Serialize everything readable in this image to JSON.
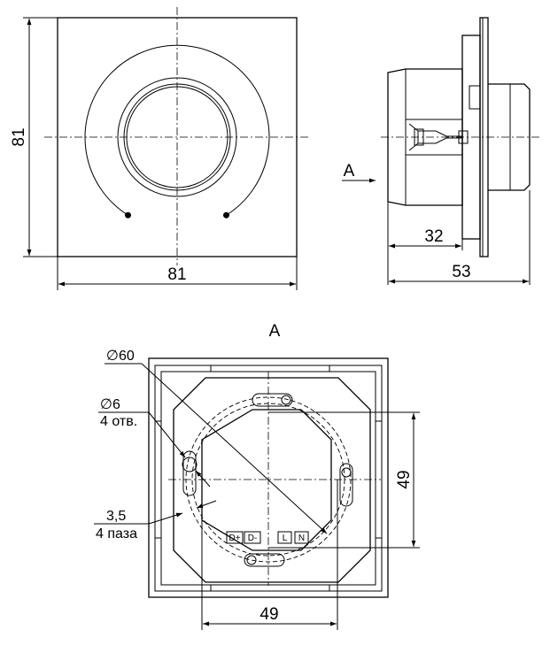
{
  "front_view": {
    "height_dim": "81",
    "width_dim": "81"
  },
  "side_view": {
    "view_arrow_label": "A",
    "depth_dim_short": "32",
    "depth_dim_total": "53"
  },
  "rear_view": {
    "title": "A",
    "mount_circle_label": "∅60",
    "hole_diameter_label": "∅6",
    "hole_count_label": "4 отв.",
    "slot_size_label": "3,5",
    "slot_count_label": "4 паза",
    "vertical_dim": "49",
    "horizontal_dim": "49",
    "terminals": [
      "D+",
      "D-",
      "L",
      "N"
    ]
  }
}
